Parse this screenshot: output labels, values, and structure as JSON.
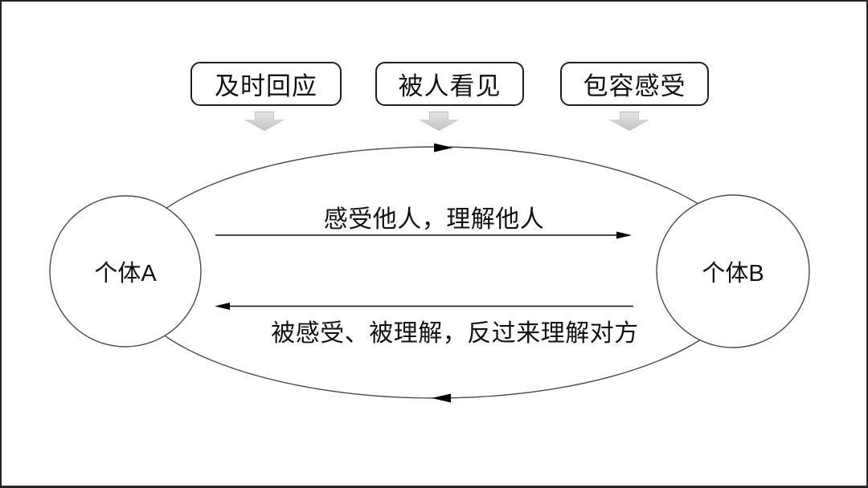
{
  "top_labels": [
    {
      "label": "及时回应"
    },
    {
      "label": "被人看见"
    },
    {
      "label": "包容感受"
    }
  ],
  "nodes": {
    "left": {
      "label": "个体A"
    },
    "right": {
      "label": "个体B"
    }
  },
  "flows": {
    "forward_label": "感受他人，理解他人",
    "backward_label": "被感受、被理解，反过来理解对方"
  },
  "icons": {
    "down_arrow_1": "down-arrow",
    "down_arrow_2": "down-arrow",
    "down_arrow_3": "down-arrow"
  },
  "colors": {
    "frame": "#242424",
    "background": "#ffffff",
    "curve_stroke": "#4a4a4a",
    "arrow_stroke": "#111111",
    "box_border": "#1f1f1f",
    "down_arrow_fill": "#d2d2d2",
    "down_arrow_edge": "#b7b7b7",
    "text": "#111111"
  }
}
